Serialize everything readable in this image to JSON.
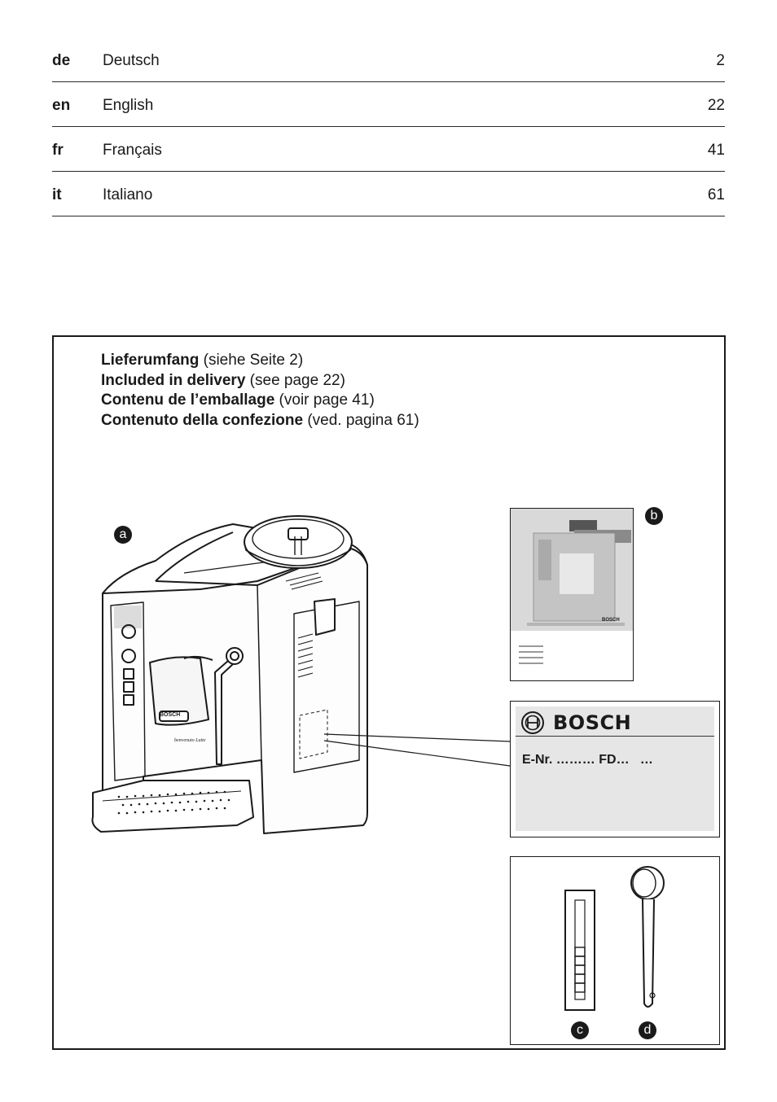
{
  "toc": [
    {
      "code": "de",
      "language": "Deutsch",
      "page": "2"
    },
    {
      "code": "en",
      "language": "English",
      "page": "22"
    },
    {
      "code": "fr",
      "language": "Français",
      "page": "41"
    },
    {
      "code": "it",
      "language": "Italiano",
      "page": "61"
    }
  ],
  "delivery": {
    "lines": [
      {
        "bold": "Lieferumfang",
        "rest": " (siehe Seite 2)"
      },
      {
        "bold": "Included in delivery",
        "rest": " (see page 22)"
      },
      {
        "bold": "Contenu de l’emballage",
        "rest": " (voir page 41)"
      },
      {
        "bold": "Contenuto della confezione",
        "rest": " (ved. pagina 61)"
      }
    ]
  },
  "markers": {
    "a": "a",
    "b": "b",
    "c": "c",
    "d": "d"
  },
  "plate": {
    "brand": "BOSCH",
    "enr": "E-Nr. ……… FD…   …"
  },
  "machine": {
    "brand_badge": "BOSCH",
    "model_script": "benvenuto Latte"
  },
  "manual": {
    "brand": "BOSCH"
  },
  "icons": [
    "bosch-logo-icon",
    "coffee-machine-illustration",
    "water-hardness-test-strip-icon",
    "measuring-spoon-icon"
  ],
  "colors": {
    "ink": "#1a1a1a",
    "plate_bg": "#e6e6e6",
    "manual_cover": "#d9d9d9"
  }
}
